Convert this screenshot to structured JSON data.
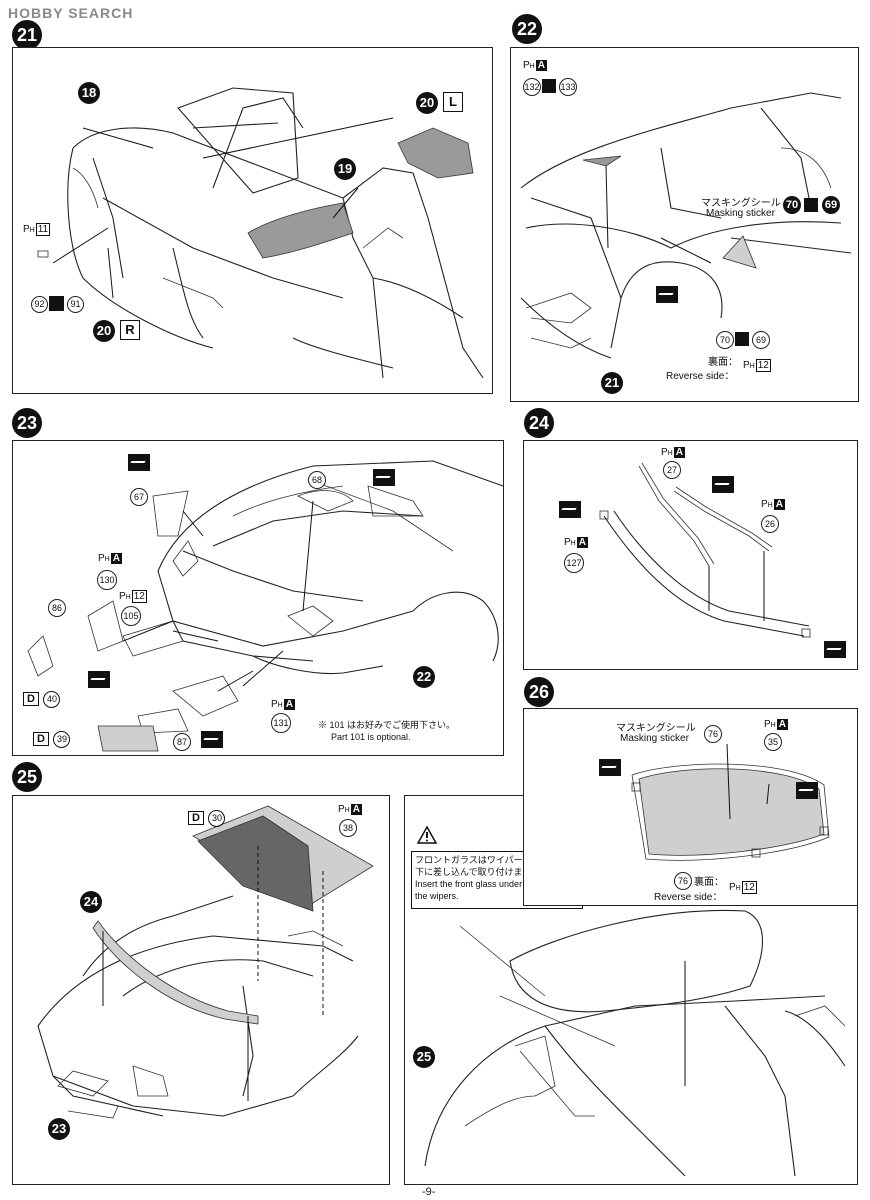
{
  "watermark": "HOBBY SEARCH",
  "page_number": "-9-",
  "steps": {
    "s21": {
      "num": "21"
    },
    "s22": {
      "num": "22",
      "part_133": "133",
      "part_132": "132",
      "part_70a": "70",
      "part_69a": "69",
      "part_70b": "70",
      "part_69b": "69",
      "part_21": "21",
      "mask_jp": "マスキングシール",
      "mask_en": "Masking sticker",
      "rev_jp": "裏面：",
      "rev_en": "Reverse side：",
      "ph12": "12",
      "pha": "A"
    },
    "s23": {
      "num": "23",
      "part_67": "67",
      "part_68": "68",
      "part_86": "86",
      "part_130": "130",
      "part_105": "105",
      "part_131": "131",
      "part_87": "87",
      "part_22": "22",
      "d40": "40",
      "d39": "39",
      "note_jp": "※ 101 はお好みでご使用下さい。",
      "note_en": "Part 101 is optional.",
      "ph12": "12",
      "pha": "A"
    },
    "s24": {
      "num": "24",
      "part_27": "27",
      "part_26": "26",
      "part_127": "127",
      "pha": "A"
    },
    "s25": {
      "num": "25",
      "part_24": "24",
      "part_23": "23",
      "d30": "30",
      "part_38": "38",
      "pha": "A"
    },
    "s26": {
      "num": "26",
      "part_76a": "76",
      "part_76b": "76",
      "part_35": "35",
      "part_25": "25",
      "mask_jp": "マスキングシール",
      "mask_en": "Masking sticker",
      "rev_jp": "裏面：",
      "rev_en": "Reverse side：",
      "ph12": "12",
      "pha": "A",
      "caution_jp1": "フロントガラスはワイパーの",
      "caution_jp2": "下に差し込んで取り付けます。",
      "caution_en1": "Insert the front glass under",
      "caution_en2": "the wipers."
    }
  },
  "s21": {
    "part_18": "18",
    "part_20L": "20",
    "L": "L",
    "part_19": "19",
    "part_20R": "20",
    "R": "R",
    "part_92": "92",
    "part_91": "91",
    "ph11": "11"
  },
  "ph_prefix": "P",
  "ph_sub": "H",
  "d_label": "D"
}
